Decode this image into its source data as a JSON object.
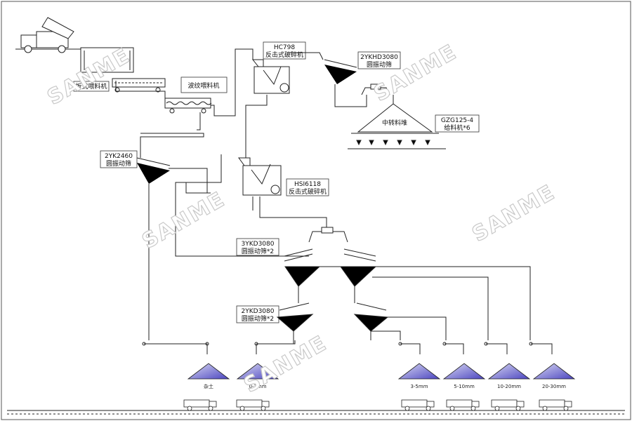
{
  "watermark": "SANME",
  "equipment": {
    "plate_feeder": "板式喂料机",
    "wave_feeder": "波纹喂料机",
    "hc798": {
      "model": "HC798",
      "name": "反击式破碎机"
    },
    "screen_top": {
      "model": "2YKHD3080",
      "name": "圆振动筛"
    },
    "stockpile": "中转料堆",
    "gzg": {
      "model": "GZG125-4",
      "name": "给料机*6"
    },
    "screen_2yk": {
      "model": "2YK2460",
      "name": "圆振动筛"
    },
    "hsi": {
      "model": "HSI6118",
      "name": "反击式破碎机"
    },
    "screen_3ykd": {
      "model": "3YKD3080",
      "name": "圆振动筛*2"
    },
    "screen_2ykd": {
      "model": "2YKD3080",
      "name": "圆振动筛*2"
    }
  },
  "products": [
    "杂土",
    "0-3mm",
    "3-5mm",
    "5-10mm",
    "10-20mm",
    "20-30mm"
  ],
  "colors": {
    "pile": "#5a55c8",
    "pile_light": "#dcdcf4",
    "line": "#222222"
  }
}
